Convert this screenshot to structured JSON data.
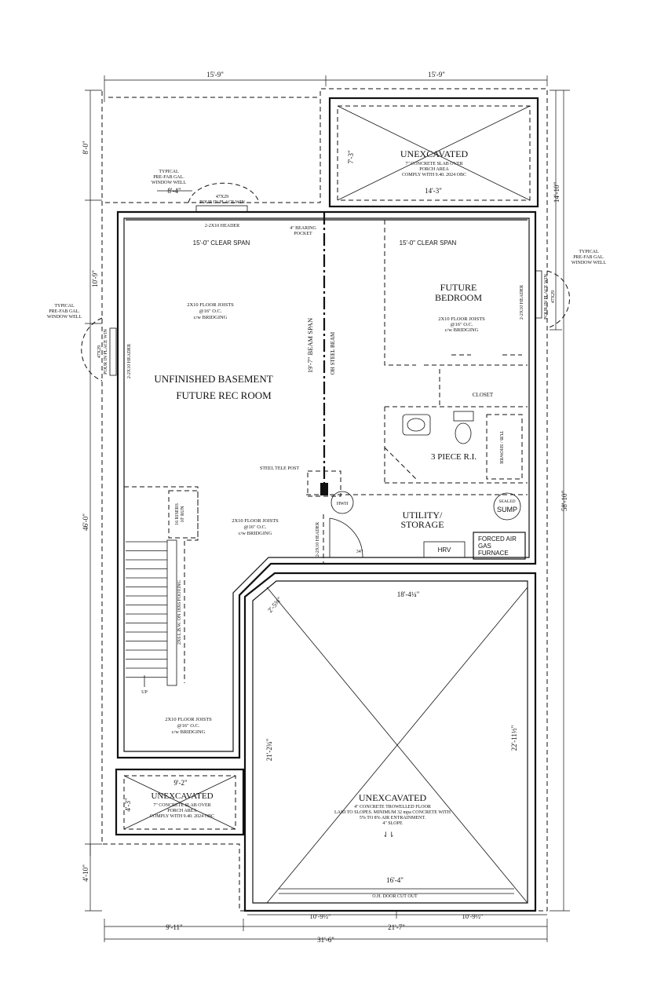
{
  "dimensions": {
    "top_left": "15'-9\"",
    "top_right": "15'-9\"",
    "left_upper": "8'-0\"",
    "window_well_width": "8'-4\"",
    "left_mid": "10'-9\"",
    "left_main": "46'-0\"",
    "left_lower": "4'-10\"",
    "right_upper": "14'-10\"",
    "right_total": "58'-10\"",
    "bottom_left": "9'-11\"",
    "bottom_mid": "21'-7\"",
    "bottom_total": "31'-6\"",
    "clear_span_left": "15'-0\"  CLEAR SPAN",
    "clear_span_right": "15'-0\"  CLEAR SPAN",
    "beam_span": "19'-7\"  BEAM SPAN",
    "porch_top_width": "14'-3\"",
    "porch_top_depth": "7'-3\"",
    "porch_bottom_width": "9'-2\"",
    "porch_bottom_depth": "4'-3\"",
    "garage_width": "18'-4¼\"",
    "garage_corner": "2'-5⅝\"",
    "garage_depth_left": "21'-2¾\"",
    "garage_depth_right": "22'-11½\"",
    "garage_door": "16'-4\"",
    "garage_bottom_left": "10'-9½\"",
    "garage_bottom_right": "10'-9½\""
  },
  "rooms": {
    "basement_line1": "UNFINISHED BASEMENT",
    "basement_line2": "FUTURE REC ROOM",
    "bedroom_line1": "FUTURE",
    "bedroom_line2": "BEDROOM",
    "closet": "CLOSET",
    "bath": "3 PIECE R.I.",
    "utility_line1": "UTILITY/",
    "utility_line2": "STORAGE",
    "tub": "TUB / SHOWER"
  },
  "unexcavated_top": {
    "title": "UNEXCAVATED",
    "line1": "7\" CONCRETE SLAB OVER",
    "line2": "PORCH AREA",
    "line3": "COMPLY WITH  9.40. 2024 OBC"
  },
  "unexcavated_bottom_left": {
    "title": "UNEXCAVATED",
    "line1": "7\" CONCRETE SLAB OVER",
    "line2": "PORCH AREA",
    "line3": "COMPLY WITH  9.40. 2024 OBC"
  },
  "unexcavated_garage": {
    "title": "UNEXCAVATED",
    "line1": "4\" CONCRETE TROWELLED FLOOR",
    "line2": "LAID TO SLOPES. MINIMUM 32 mpa CONCRETE WITH",
    "line3": "5% TO 8% AIR ENTRAINMENT.",
    "line4": "4\" SLOPE"
  },
  "joists": {
    "a1": "2X10 FLOOR JOISTS",
    "a2": "@16\" O.C.",
    "a3": "c/w BRIDGING",
    "b1": "2X10 FLOOR JOISTS",
    "b2": "@16\" O.C.",
    "b3": "c/w BRIDGING",
    "c1": "2X10 FLOOR JOISTS",
    "c2": "@16\" O.C.",
    "c3": "c/w BRIDGING",
    "d1": "2X10 FLOOR JOISTS",
    "d2": "@16\" O.C.",
    "d3": "c/w BRIDGING"
  },
  "notes": {
    "window_well_top_1": "TYPICAL",
    "window_well_top_2": "PRE-FAB GAL.",
    "window_well_top_3": "WINDOW WELL",
    "window_well_left_1": "TYPICAL",
    "window_well_left_2": "PRE-FAB GAL.",
    "window_well_left_3": "WINDOW WELL",
    "window_well_right_1": "TYPICAL",
    "window_well_right_2": "PRE-FAB GAL.",
    "window_well_right_3": "WINDOW WELL",
    "win_size_top": "47X29",
    "pour_top": "POUR IN PLACE WIN",
    "win_size_left": "47X29",
    "pour_left": "POUR IN PLACE WIN",
    "win_size_right": "47X29",
    "pour_right": "POUR IN PLACE WIN",
    "header_top": "2-2X10 HEADER",
    "header_left": "2-2X10 HEADER",
    "header_right": "2-2X10 HEADER",
    "header_utility": "2-2X10 HEADER",
    "bearing_1": "4\" BEARING",
    "bearing_2": "POCKET",
    "steel_beam": "OH STEEL BEAM",
    "tele_post": "STEEL TELE POST",
    "risers_1": "16 RISERS",
    "risers_2": "10' RUN",
    "lbw": "2X6 L.B.W. ON 18X6 FOOTING",
    "up": "UP",
    "door_34": "34\"",
    "hwh": "HWH",
    "sump_1": "SEALED",
    "sump_2": "SUMP",
    "hrv": "HRV",
    "furnace_1": "FORCED AIR",
    "furnace_2": "GAS",
    "furnace_3": "FURNACE",
    "ohd": "O.H. DOOR CUT OUT"
  }
}
